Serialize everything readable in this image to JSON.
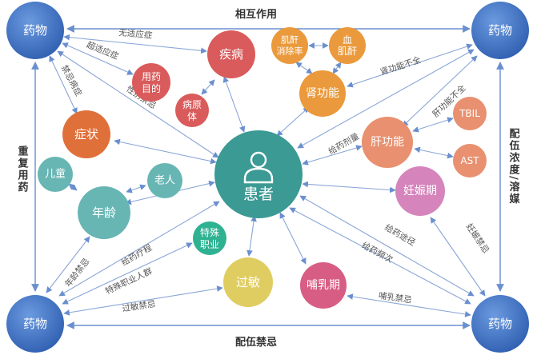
{
  "colors": {
    "drug": "#3f74c4",
    "patient": "#3b9a94",
    "red": "#d95b5b",
    "orange": "#ea9a3c",
    "symptom": "#e0703a",
    "teal": "#68b6b4",
    "green": "#2eb292",
    "salmon": "#e8906f",
    "pink": "#d585bc",
    "yellow": "#e0cd61",
    "lactation": "#d85d84",
    "edge": "#6a8fcf",
    "textDark": "#333333"
  },
  "nodes": {
    "drug_tl": {
      "label": "药物"
    },
    "drug_tr": {
      "label": "药物"
    },
    "drug_bl": {
      "label": "药物"
    },
    "drug_br": {
      "label": "药物"
    },
    "patient": {
      "label": "患者",
      "icon": "person-icon"
    },
    "disease": {
      "label": "疾病"
    },
    "creatinine": {
      "label": "肌酐消除率"
    },
    "blood_creatinine": {
      "label": "血肌酐"
    },
    "renal": {
      "label": "肾功能"
    },
    "purpose": {
      "label": "用药目的"
    },
    "pathogen": {
      "label": "病原体"
    },
    "symptom": {
      "label": "症状"
    },
    "child": {
      "label": "儿童"
    },
    "age": {
      "label": "年龄"
    },
    "elderly": {
      "label": "老人"
    },
    "occupation": {
      "label": "特殊职业"
    },
    "allergy": {
      "label": "过敏"
    },
    "lactation": {
      "label": "哺乳期"
    },
    "hepatic": {
      "label": "肝功能"
    },
    "tbil": {
      "label": "TBIL"
    },
    "ast": {
      "label": "AST"
    },
    "pregnancy": {
      "label": "妊娠期"
    }
  },
  "sides": {
    "top": "相互作用",
    "bottom": "配伍禁忌",
    "left": "重复用药",
    "right": "配伍浓度/溶媒"
  },
  "edge_labels": {
    "no_indication": "无适应症",
    "over_indication": "超适应症",
    "symptom_contra": "禁忌病症",
    "gender_contra": "性别禁忌",
    "renal_insufficiency": "肾功能不全",
    "hepatic_insufficiency": "肝功能不全",
    "dosage": "给药剂量",
    "course": "给药疗程",
    "special_occupation": "特殊职业人群",
    "age_contra": "年龄禁忌",
    "allergy_contra": "过敏禁忌",
    "route": "给药途径",
    "frequency": "给药频次",
    "lactation_contra": "哺乳禁忌",
    "pregnancy_contra": "妊娠禁忌"
  }
}
